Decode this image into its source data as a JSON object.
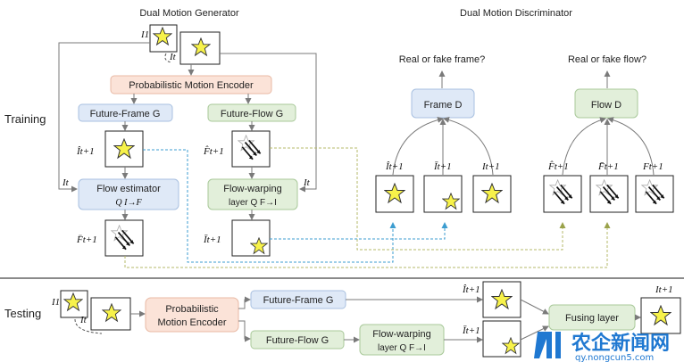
{
  "titles": {
    "generator": "Dual Motion Generator",
    "discriminator": "Dual Motion Discriminator"
  },
  "sections": {
    "training": "Training",
    "testing": "Testing"
  },
  "boxes": {
    "pme": "Probabilistic Motion Encoder",
    "pme_line1": "Probabilistic",
    "pme_line2": "Motion Encoder",
    "future_frame_g": "Future-Frame G",
    "future_flow_g": "Future-Flow G",
    "flow_estimator": "Flow estimator",
    "flow_estimator_sub": "Q I→F",
    "flow_warping": "Flow-warping",
    "flow_warping_layer": "layer Q F→I",
    "frame_d": "Frame D",
    "flow_d": "Flow D",
    "fusing": "Fusing layer"
  },
  "outputs": {
    "frame": "Real or fake frame?",
    "flow": "Real or fake flow?"
  },
  "math": {
    "I1": "I1",
    "It": "It",
    "It_hat": "Ît+1",
    "Ft_hat": "F̂t+1",
    "Ft_dd": "F̈t+1",
    "It_bar": "Īt+1",
    "Ft_bar": "F̄t+1",
    "It1": "It+1",
    "Ft1": "Ft+1"
  },
  "watermark": {
    "brand": "农企新闻网",
    "url": "qy.nongcun5.com"
  },
  "colors": {
    "pme_fill": "#fbe3d8",
    "blue_fill": "#dfe9f7",
    "green_fill": "#e2efda",
    "blue_dash": "#3c9dd0",
    "olive_dash": "#b5b86a",
    "star": "#f7f24a",
    "watermark_blue": "#1f78d1"
  }
}
